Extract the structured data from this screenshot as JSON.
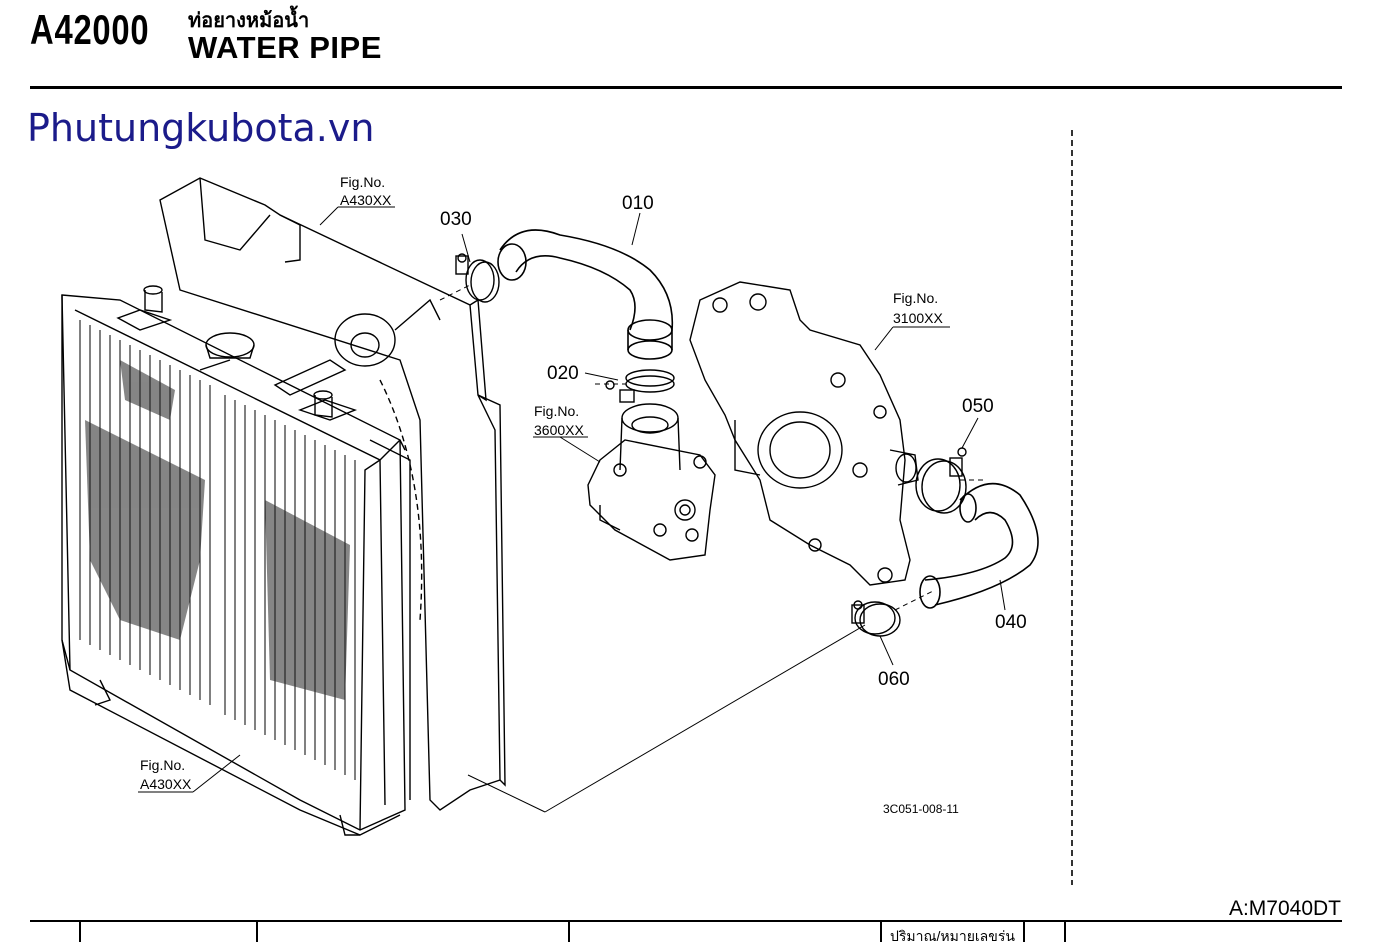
{
  "header": {
    "code": "A42000",
    "thai_title": "ท่อยางหม้อน้ำ",
    "title": "WATER PIPE"
  },
  "watermark": "Phutungkubota.vn",
  "diagram": {
    "figure_refs": [
      {
        "line1": "Fig.No.",
        "line2": "A430XX"
      },
      {
        "line1": "Fig.No.",
        "line2": "3100XX"
      },
      {
        "line1": "Fig.No.",
        "line2": "3600XX"
      },
      {
        "line1": "Fig.No.",
        "line2": "A430XX"
      }
    ],
    "callouts": [
      "010",
      "020",
      "030",
      "040",
      "050",
      "060"
    ],
    "drawing_number": "3C051-008-11"
  },
  "footer": {
    "model": "A:M7040DT",
    "table_header_cut": "ปริมาณ/หมายเลขร่น"
  }
}
